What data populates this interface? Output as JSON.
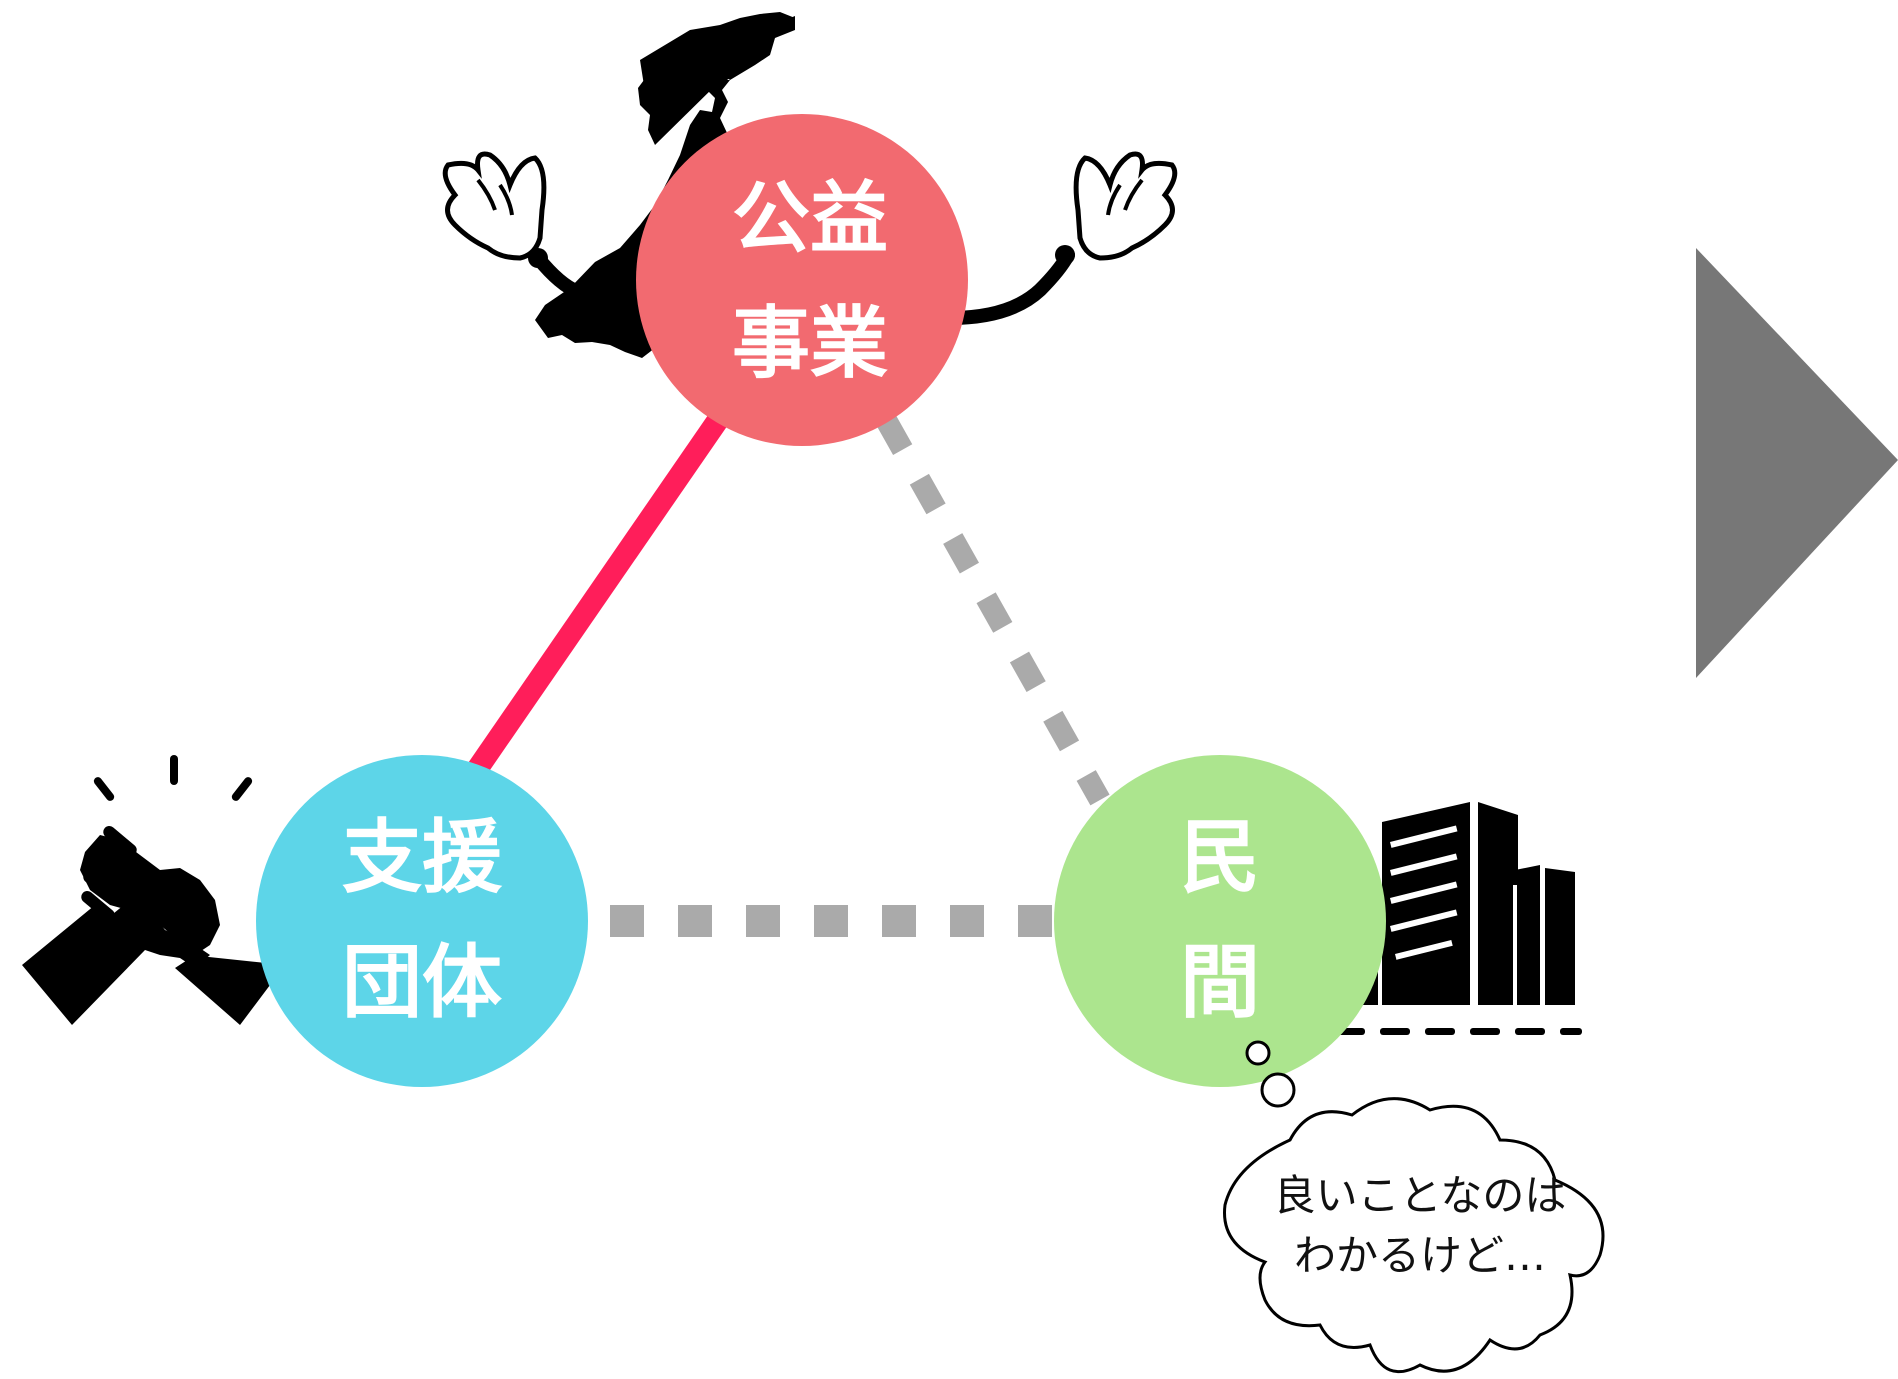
{
  "nodes": {
    "public": {
      "line1": "公益",
      "line2": "事業",
      "color": "#f26a70"
    },
    "support": {
      "line1": "支援",
      "line2": "団体",
      "color": "#5dd5e8"
    },
    "private": {
      "line1": "民",
      "line2": "間",
      "color": "#ace58e"
    }
  },
  "links": {
    "public_support": {
      "style": "solid",
      "color": "#ff1e5a"
    },
    "public_private": {
      "style": "dashed",
      "color": "#aaaaaa"
    },
    "support_private": {
      "style": "dashed",
      "color": "#aaaaaa"
    }
  },
  "thought_bubble": {
    "line1": "良いことなのは",
    "line2": "わかるけど…"
  },
  "icons": {
    "public_mascot": "ishikawa-prefecture-silhouette-mascot-icon",
    "support": "handshake-icon",
    "private": "office-building-icon",
    "next_arrow": "play-triangle-icon"
  },
  "colors": {
    "arrow": "#777777",
    "icon": "#000000"
  }
}
